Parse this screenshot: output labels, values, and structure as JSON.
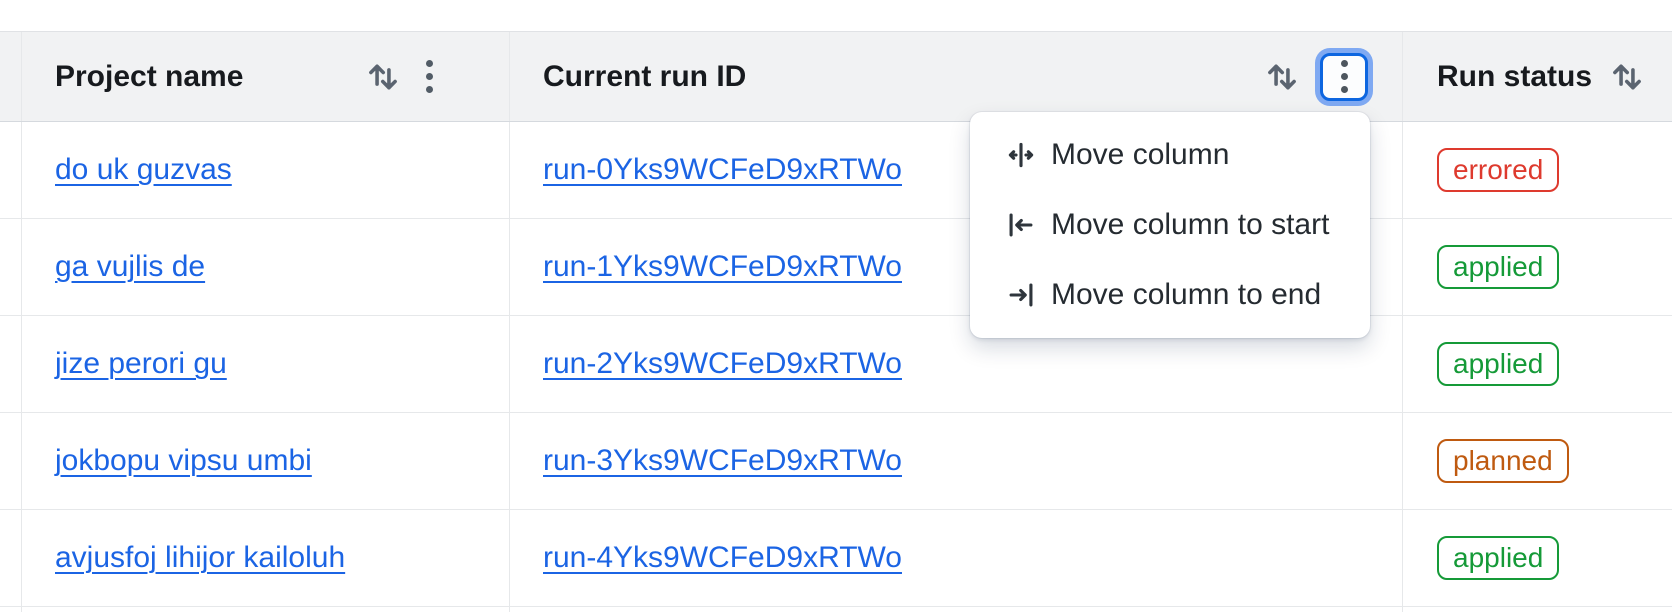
{
  "colors": {
    "link": "#1b64e4",
    "focus_ring": "#7fa9f2",
    "focus_border": "#0d66e0",
    "icon": "#5b6470",
    "header_bg": "#f1f2f3",
    "header_text": "#171a1e",
    "menu_text": "#252b31",
    "border": "#e6e8ea",
    "header_border": "#d5d9de",
    "status": {
      "errored": "#de3a2e",
      "applied": "#159a38",
      "planned": "#bf5a10"
    }
  },
  "table": {
    "columns": [
      {
        "label": "Project name",
        "icons": [
          "sort-icon",
          "more-icon"
        ]
      },
      {
        "label": "Current run ID",
        "icons": [
          "sort-icon",
          "more-icon"
        ],
        "menu_open": true
      },
      {
        "label": "Run status",
        "icons": [
          "sort-icon"
        ]
      }
    ],
    "rows": [
      {
        "project": "do uk guzvas",
        "run_id": "run-0Yks9WCFeD9xRTWo",
        "status": "errored"
      },
      {
        "project": "ga vujlis de",
        "run_id": "run-1Yks9WCFeD9xRTWo",
        "status": "applied"
      },
      {
        "project": "jize perori gu",
        "run_id": "run-2Yks9WCFeD9xRTWo",
        "status": "applied"
      },
      {
        "project": "jokbopu vipsu umbi",
        "run_id": "run-3Yks9WCFeD9xRTWo",
        "status": "planned"
      },
      {
        "project": "avjusfoj lihijor kailoluh",
        "run_id": "run-4Yks9WCFeD9xRTWo",
        "status": "applied"
      }
    ]
  },
  "menu": {
    "items": [
      {
        "label": "Move column",
        "icon": "move-column-icon"
      },
      {
        "label": "Move column to start",
        "icon": "move-column-to-start-icon"
      },
      {
        "label": "Move column to end",
        "icon": "move-column-to-end-icon"
      }
    ]
  }
}
